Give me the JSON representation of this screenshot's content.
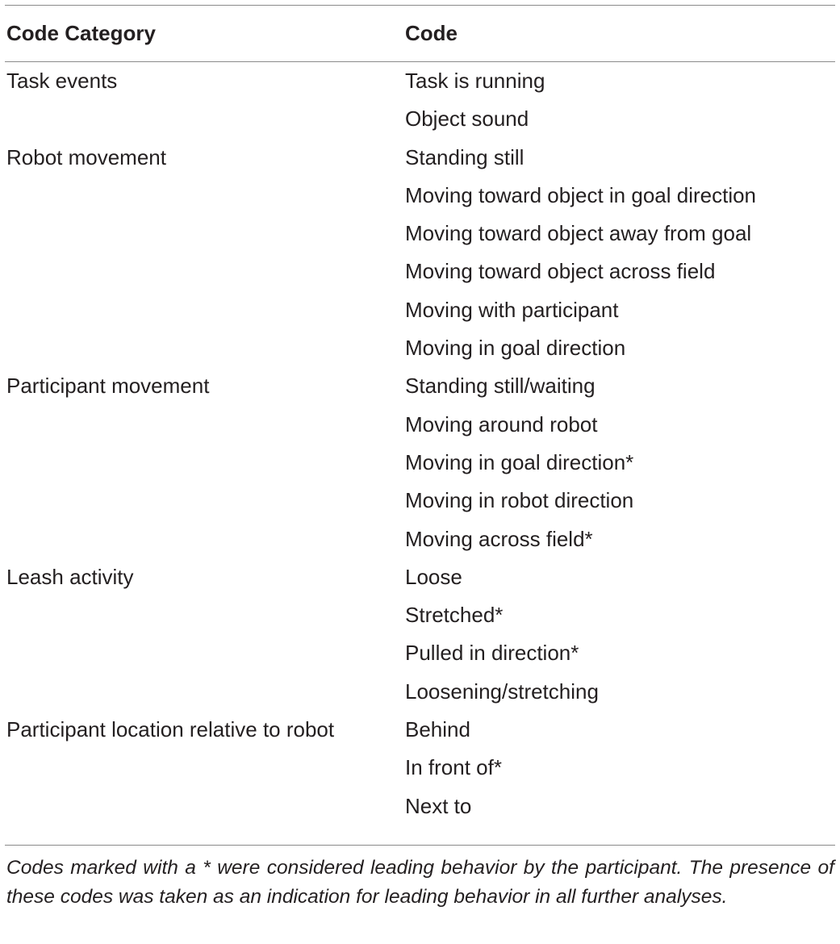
{
  "table": {
    "headers": {
      "category": "Code Category",
      "code": "Code"
    },
    "rows": [
      {
        "category": "Task events",
        "code": "Task is running"
      },
      {
        "category": "",
        "code": "Object sound"
      },
      {
        "category": "Robot movement",
        "code": "Standing still"
      },
      {
        "category": "",
        "code": "Moving toward object in goal direction"
      },
      {
        "category": "",
        "code": "Moving toward object away from goal"
      },
      {
        "category": "",
        "code": "Moving toward object across field"
      },
      {
        "category": "",
        "code": "Moving with participant"
      },
      {
        "category": "",
        "code": "Moving in goal direction"
      },
      {
        "category": "Participant movement",
        "code": "Standing still/waiting"
      },
      {
        "category": "",
        "code": "Moving around robot"
      },
      {
        "category": "",
        "code": "Moving in goal direction*"
      },
      {
        "category": "",
        "code": "Moving in robot direction"
      },
      {
        "category": "",
        "code": "Moving across field*"
      },
      {
        "category": "Leash activity",
        "code": "Loose"
      },
      {
        "category": "",
        "code": "Stretched*"
      },
      {
        "category": "",
        "code": "Pulled in direction*"
      },
      {
        "category": "",
        "code": "Loosening/stretching"
      },
      {
        "category": "Participant location relative to robot",
        "code": "Behind"
      },
      {
        "category": "",
        "code": "In front of*"
      },
      {
        "category": "",
        "code": "Next to"
      }
    ],
    "footnote": "Codes marked with a * were considered leading behavior by the participant. The presence of these codes was taken as an indication for leading behavior in all further analyses."
  }
}
